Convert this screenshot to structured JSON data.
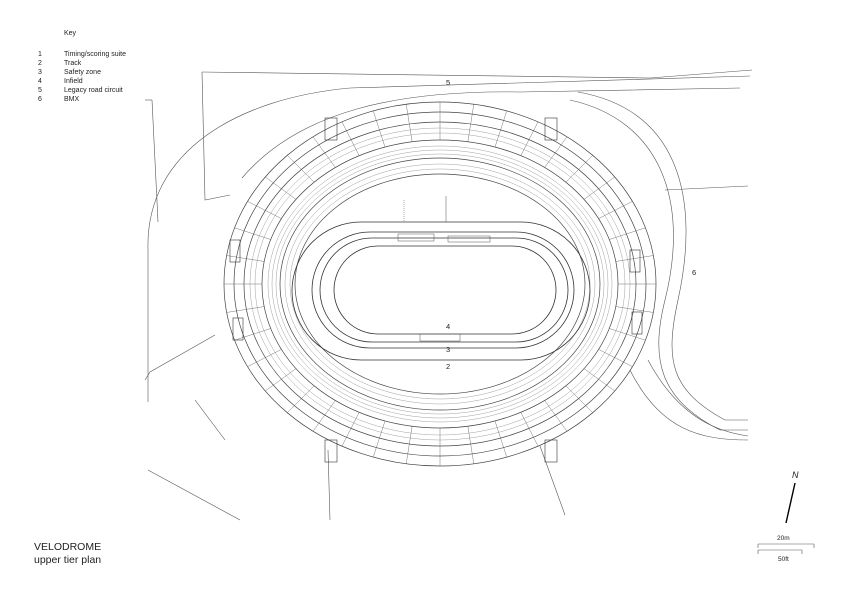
{
  "key": {
    "title": "Key",
    "items": [
      {
        "num": "1",
        "label": "Timing/scoring suite"
      },
      {
        "num": "2",
        "label": "Track"
      },
      {
        "num": "3",
        "label": "Safety zone"
      },
      {
        "num": "4",
        "label": "Infield"
      },
      {
        "num": "5",
        "label": "Legacy road circuit"
      },
      {
        "num": "6",
        "label": "BMX"
      }
    ]
  },
  "annotations": {
    "road": "5",
    "bmx": "6",
    "infield": "4",
    "safety": "3",
    "track": "2"
  },
  "title": {
    "line1": "VELODROME",
    "line2": "upper tier plan"
  },
  "north": "N",
  "scale": {
    "metric": "20m",
    "imperial": "50ft"
  }
}
